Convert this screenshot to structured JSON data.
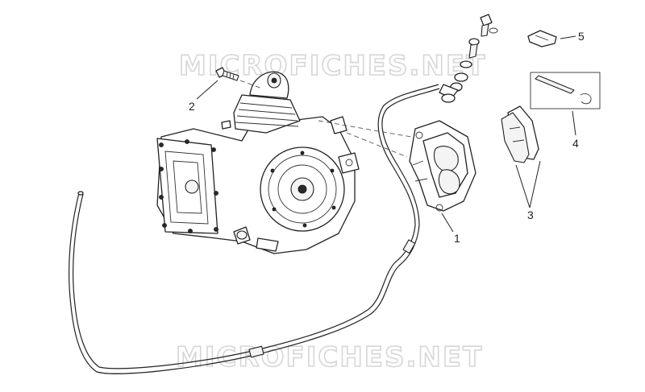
{
  "watermark": {
    "top_text": "MICROFICHES.NET",
    "bottom_text": "MICROFICHES.NET"
  },
  "callouts": [
    "1",
    "2",
    "3",
    "4",
    "5"
  ],
  "colors": {
    "line": "#222222",
    "watermark": "#d6d6d6",
    "background": "#ffffff"
  }
}
